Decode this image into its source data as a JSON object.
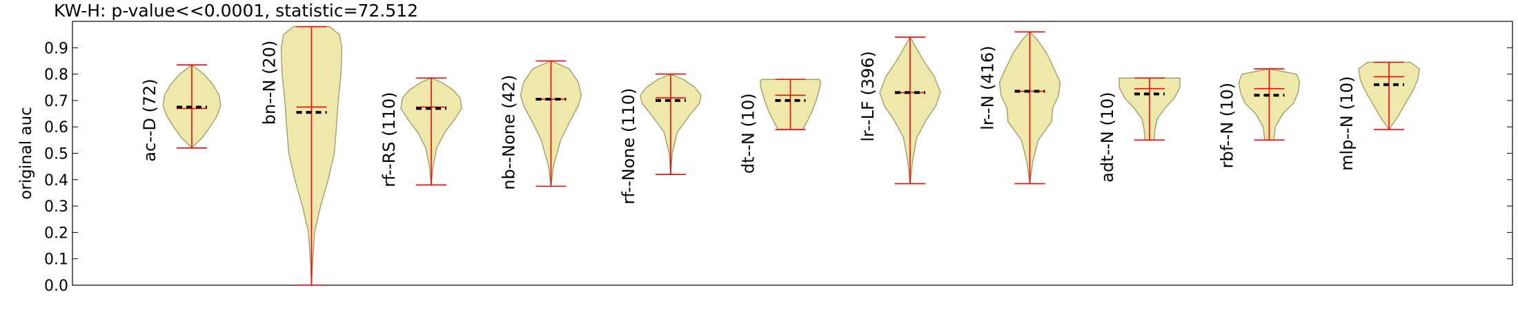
{
  "chart_data": {
    "type": "violin",
    "title": "KW-H: p-value<<0.0001, statistic=72.512",
    "xlabel": "",
    "ylabel": "original auc",
    "ylim": [
      0.0,
      1.0
    ],
    "yticks": [
      "0.0",
      "0.1",
      "0.2",
      "0.3",
      "0.4",
      "0.5",
      "0.6",
      "0.7",
      "0.8",
      "0.9"
    ],
    "grid": false,
    "legend": "none",
    "colors": {
      "fill": "#eee8aa",
      "outline": "#999966",
      "whisker": "#ff0000",
      "mean_marker": "#000000"
    },
    "groups": [
      {
        "label": "ac--D (72)",
        "min": 0.52,
        "max": 0.835,
        "median": 0.67,
        "mean": 0.675,
        "profile": [
          [
            0.52,
            0.0
          ],
          [
            0.56,
            0.35
          ],
          [
            0.6,
            0.6
          ],
          [
            0.64,
            0.82
          ],
          [
            0.68,
            0.95
          ],
          [
            0.72,
            0.9
          ],
          [
            0.76,
            0.7
          ],
          [
            0.8,
            0.4
          ],
          [
            0.835,
            0.0
          ]
        ]
      },
      {
        "label": "bn--N (20)",
        "min": 0.0,
        "max": 0.98,
        "median": 0.675,
        "mean": 0.655,
        "profile": [
          [
            0.0,
            0.0
          ],
          [
            0.1,
            0.04
          ],
          [
            0.2,
            0.1
          ],
          [
            0.3,
            0.3
          ],
          [
            0.4,
            0.55
          ],
          [
            0.5,
            0.75
          ],
          [
            0.6,
            0.82
          ],
          [
            0.7,
            0.88
          ],
          [
            0.8,
            0.97
          ],
          [
            0.9,
            1.0
          ],
          [
            0.95,
            0.92
          ],
          [
            0.98,
            0.6
          ]
        ]
      },
      {
        "label": "rf--RS (110)",
        "min": 0.38,
        "max": 0.785,
        "median": 0.675,
        "mean": 0.67,
        "profile": [
          [
            0.38,
            0.0
          ],
          [
            0.45,
            0.06
          ],
          [
            0.52,
            0.18
          ],
          [
            0.58,
            0.45
          ],
          [
            0.63,
            0.78
          ],
          [
            0.67,
            1.0
          ],
          [
            0.71,
            0.95
          ],
          [
            0.74,
            0.72
          ],
          [
            0.77,
            0.32
          ],
          [
            0.785,
            0.0
          ]
        ]
      },
      {
        "label": "nb--None (42)",
        "min": 0.375,
        "max": 0.85,
        "median": 0.705,
        "mean": 0.705,
        "profile": [
          [
            0.375,
            0.0
          ],
          [
            0.45,
            0.08
          ],
          [
            0.55,
            0.32
          ],
          [
            0.62,
            0.62
          ],
          [
            0.68,
            0.9
          ],
          [
            0.72,
            1.0
          ],
          [
            0.77,
            0.9
          ],
          [
            0.82,
            0.6
          ],
          [
            0.85,
            0.0
          ]
        ]
      },
      {
        "label": "rf--None (110)",
        "min": 0.42,
        "max": 0.8,
        "median": 0.71,
        "mean": 0.7,
        "profile": [
          [
            0.42,
            0.0
          ],
          [
            0.5,
            0.05
          ],
          [
            0.58,
            0.22
          ],
          [
            0.64,
            0.6
          ],
          [
            0.69,
            0.95
          ],
          [
            0.72,
            1.0
          ],
          [
            0.75,
            0.8
          ],
          [
            0.78,
            0.42
          ],
          [
            0.8,
            0.0
          ]
        ]
      },
      {
        "label": "dt--N (10)",
        "min": 0.59,
        "max": 0.78,
        "median": 0.72,
        "mean": 0.7,
        "profile": [
          [
            0.59,
            0.4
          ],
          [
            0.62,
            0.55
          ],
          [
            0.66,
            0.72
          ],
          [
            0.7,
            0.85
          ],
          [
            0.74,
            0.95
          ],
          [
            0.77,
            1.0
          ],
          [
            0.78,
            0.95
          ]
        ]
      },
      {
        "label": "lr--LF (396)",
        "min": 0.385,
        "max": 0.94,
        "median": 0.73,
        "mean": 0.73,
        "profile": [
          [
            0.385,
            0.0
          ],
          [
            0.47,
            0.08
          ],
          [
            0.56,
            0.22
          ],
          [
            0.63,
            0.55
          ],
          [
            0.68,
            0.85
          ],
          [
            0.73,
            1.0
          ],
          [
            0.79,
            0.8
          ],
          [
            0.85,
            0.45
          ],
          [
            0.9,
            0.2
          ],
          [
            0.94,
            0.0
          ]
        ]
      },
      {
        "label": "lr--N (416)",
        "min": 0.385,
        "max": 0.96,
        "median": 0.735,
        "mean": 0.735,
        "profile": [
          [
            0.385,
            0.0
          ],
          [
            0.47,
            0.1
          ],
          [
            0.55,
            0.28
          ],
          [
            0.62,
            0.72
          ],
          [
            0.67,
            0.75
          ],
          [
            0.72,
            0.95
          ],
          [
            0.77,
            1.0
          ],
          [
            0.82,
            0.8
          ],
          [
            0.88,
            0.55
          ],
          [
            0.93,
            0.25
          ],
          [
            0.96,
            0.0
          ]
        ]
      },
      {
        "label": "adt--N (10)",
        "min": 0.55,
        "max": 0.785,
        "median": 0.745,
        "mean": 0.725,
        "profile": [
          [
            0.55,
            0.15
          ],
          [
            0.59,
            0.18
          ],
          [
            0.63,
            0.25
          ],
          [
            0.67,
            0.5
          ],
          [
            0.71,
            0.82
          ],
          [
            0.75,
            1.0
          ],
          [
            0.785,
            1.0
          ]
        ]
      },
      {
        "label": "rbf--N (10)",
        "min": 0.55,
        "max": 0.82,
        "median": 0.745,
        "mean": 0.72,
        "profile": [
          [
            0.55,
            0.15
          ],
          [
            0.6,
            0.2
          ],
          [
            0.65,
            0.45
          ],
          [
            0.69,
            0.8
          ],
          [
            0.73,
            0.95
          ],
          [
            0.77,
            1.0
          ],
          [
            0.8,
            0.9
          ],
          [
            0.82,
            0.0
          ]
        ]
      },
      {
        "label": "mlp--N (10)",
        "min": 0.59,
        "max": 0.845,
        "median": 0.79,
        "mean": 0.76,
        "profile": [
          [
            0.59,
            0.0
          ],
          [
            0.64,
            0.3
          ],
          [
            0.69,
            0.55
          ],
          [
            0.74,
            0.8
          ],
          [
            0.78,
            0.95
          ],
          [
            0.82,
            1.0
          ],
          [
            0.845,
            0.7
          ]
        ]
      }
    ]
  }
}
